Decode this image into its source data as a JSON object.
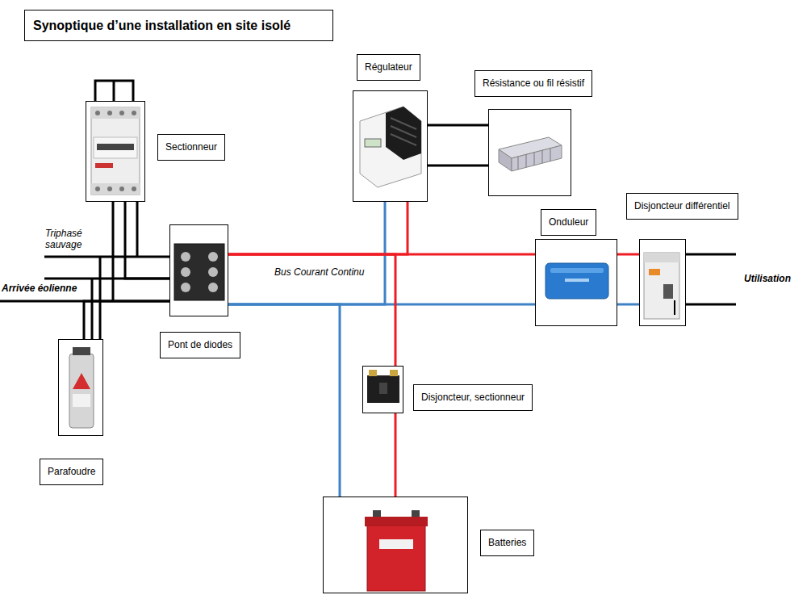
{
  "diagram": {
    "title": "Synoptique d’une installation en site isolé",
    "nodes": [
      {
        "text": [
          "Régulateur"
        ]
      },
      {
        "text": [
          "Résistance ou fil résistif"
        ]
      },
      {
        "text": [
          "Sectionneur"
        ]
      },
      {
        "text": [
          "Disjoncteur différentiel"
        ]
      },
      {
        "text": [
          "Onduleur"
        ]
      },
      {
        "text": [
          "Pont de diodes"
        ]
      },
      {
        "text": [
          "Disjoncteur, sectionneur"
        ]
      },
      {
        "text": [
          "Parafoudre"
        ]
      },
      {
        "text": [
          "Batteries"
        ]
      }
    ],
    "edges": [
      {
        "from": 2,
        "to": 5,
        "arrow": "none"
      },
      {
        "from": 7,
        "to": 5,
        "arrow": "none"
      },
      {
        "from": 5,
        "to": 4,
        "arrow": "none"
      },
      {
        "from": 0,
        "to": 5,
        "arrow": "none"
      },
      {
        "from": 0,
        "to": 1,
        "arrow": "none"
      },
      {
        "from": 4,
        "to": 3,
        "arrow": "none"
      },
      {
        "from": 6,
        "to": 5,
        "arrow": "none"
      },
      {
        "from": 8,
        "to": 6,
        "arrow": "none"
      },
      {
        "from": 8,
        "to": 5,
        "arrow": "none"
      }
    ],
    "labels": [
      "Triphasé sauvage",
      "Arrivée éolienne",
      "Bus Courant Continu",
      "Utilisation"
    ]
  }
}
